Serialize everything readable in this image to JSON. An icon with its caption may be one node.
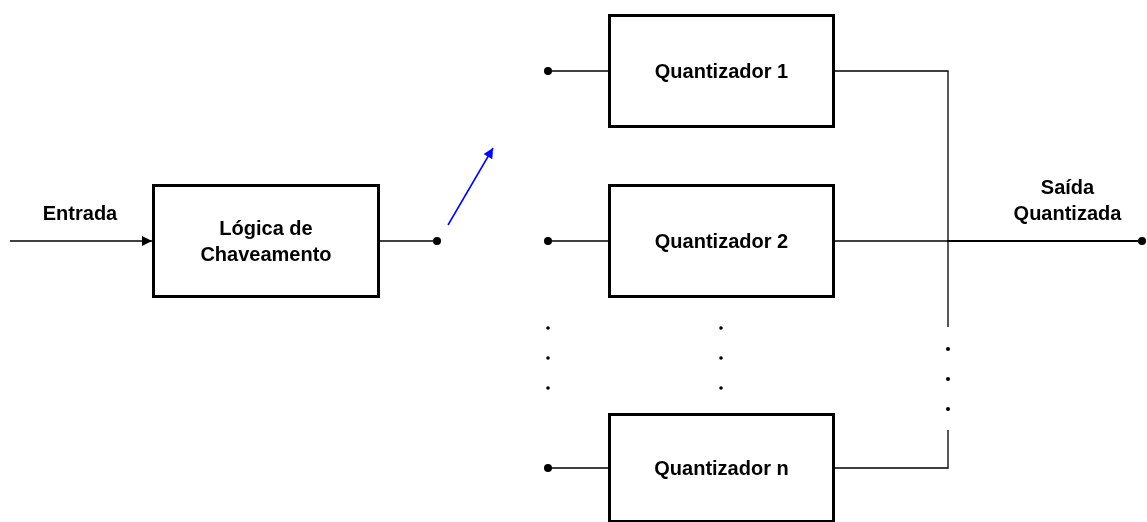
{
  "diagram": {
    "nodes": [
      {
        "text": [
          "Lógica de Chaveamento"
        ]
      },
      {
        "text": [],
        "shape": "circle"
      },
      {
        "text": [
          "Quantizador 1"
        ]
      },
      {
        "text": [
          "Quantizador 2"
        ]
      },
      {
        "text": [
          "Quantizador n"
        ]
      },
      {
        "text": [],
        "shape": "circle"
      },
      {
        "text": [],
        "shape": "circle"
      },
      {
        "text": [],
        "shape": "circle"
      },
      {
        "text": [],
        "shape": "circle"
      }
    ],
    "edges": [
      {
        "from": null,
        "to": 0,
        "arrow": "to",
        "label": "Entrada"
      },
      {
        "from": 0,
        "to": 1,
        "arrow": "none"
      },
      {
        "from": 5,
        "to": 2,
        "arrow": "none"
      },
      {
        "from": 6,
        "to": 3,
        "arrow": "none"
      },
      {
        "from": 7,
        "to": 4,
        "arrow": "none"
      },
      {
        "from": 2,
        "to": 8,
        "arrow": "none"
      },
      {
        "from": 3,
        "to": 8,
        "arrow": "none",
        "label": "Saída Quantizada"
      },
      {
        "from": 4,
        "to": 8,
        "arrow": "none"
      }
    ]
  }
}
